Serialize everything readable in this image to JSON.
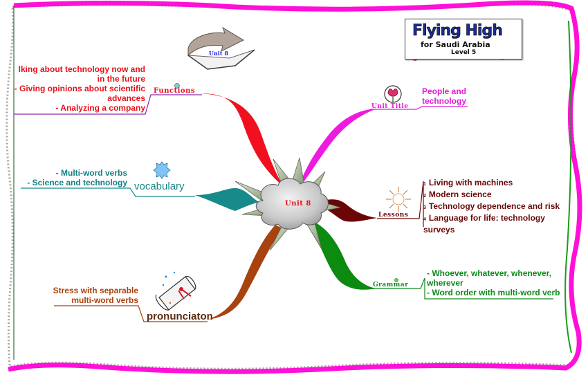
{
  "center": {
    "label": "Unit 8"
  },
  "header_icon": {
    "label": "Unit 8"
  },
  "logo": {
    "line1": "Flying High",
    "line2": "for Saudi Arabia",
    "line3": "Level 5"
  },
  "branches": {
    "functions": {
      "label": "Functions",
      "items": [
        "lking about technology now and",
        "in the future",
        "- Giving opinions about scientific",
        "advances",
        "- Analyzing a company"
      ],
      "color": "#e8101a"
    },
    "vocabulary": {
      "label": "vocabulary",
      "items": [
        "- Multi-word verbs",
        "- Science and technology"
      ],
      "color": "#128083"
    },
    "pronunciation": {
      "label": "pronunciaton",
      "items": [
        "Stress with separable",
        "multi-word verbs"
      ],
      "color": "#a8420e"
    },
    "unit_title": {
      "label": "Unit Title",
      "items": [
        "People and",
        "technology"
      ],
      "color": "#e61ad9"
    },
    "lessons": {
      "label": "Lessons",
      "items": [
        {
          "num": "1",
          "text": "Living with machines"
        },
        {
          "num": "2",
          "text": "Modern science"
        },
        {
          "num": "3",
          "text": "Technology dependence and risk"
        },
        {
          "num": "4",
          "text": "Language for life: technology"
        },
        {
          "num": "",
          "text": "surveys"
        }
      ],
      "color": "#6a0808"
    },
    "grammar": {
      "label": "Grammar",
      "items": [
        "- Whoever, whatever, whenever,",
        "wherever",
        "- Word order with multi-word verbs"
      ],
      "color": "#0e8a1a"
    }
  }
}
